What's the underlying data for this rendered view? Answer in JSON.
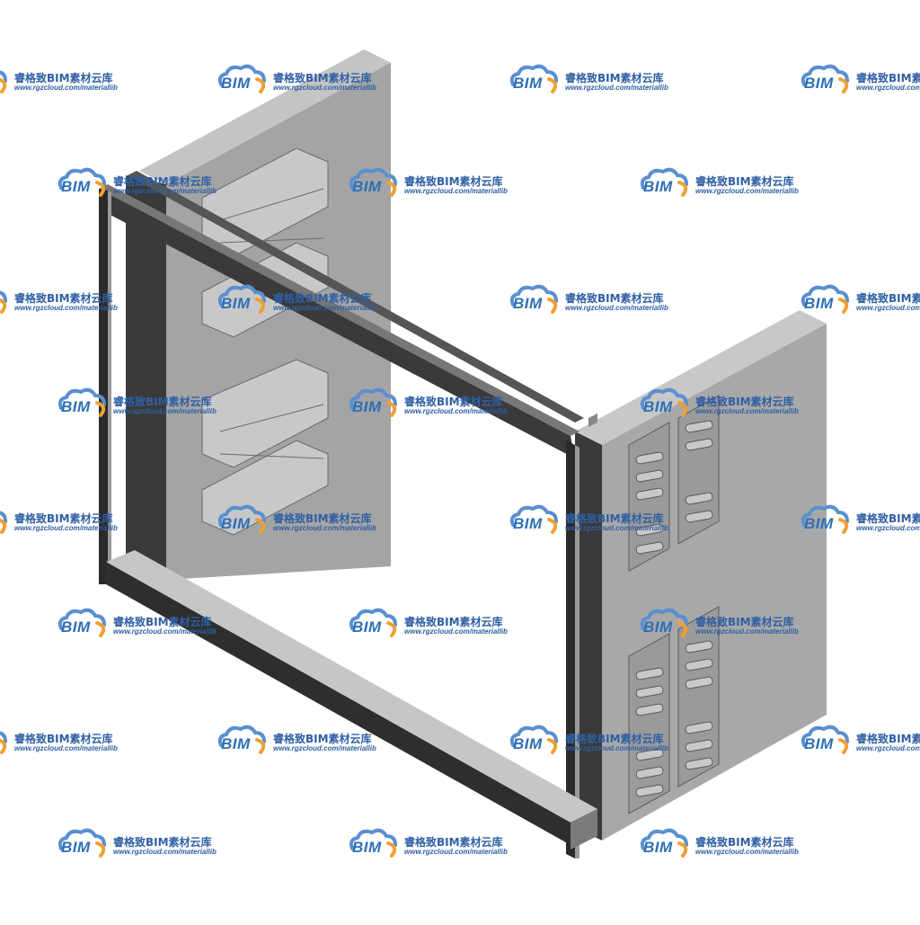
{
  "watermark": {
    "brand": "BIM",
    "name": "睿格致BIM素材云库",
    "url": "www.rgzcloud.com/materiallib",
    "colors": {
      "cloud": "#5b8fd0",
      "swoosh": "#f0a030",
      "text": "#2e5fa4"
    }
  },
  "model": {
    "subject": "3D BIM model of an equipment rack frame with two side panels",
    "colors": {
      "panel_front": "#9c9c9c",
      "panel_side": "#b4b4b4",
      "panel_top": "#c4c4c4",
      "frame_dark": "#2a2a2a",
      "frame_mid": "#8a8a8a"
    }
  }
}
